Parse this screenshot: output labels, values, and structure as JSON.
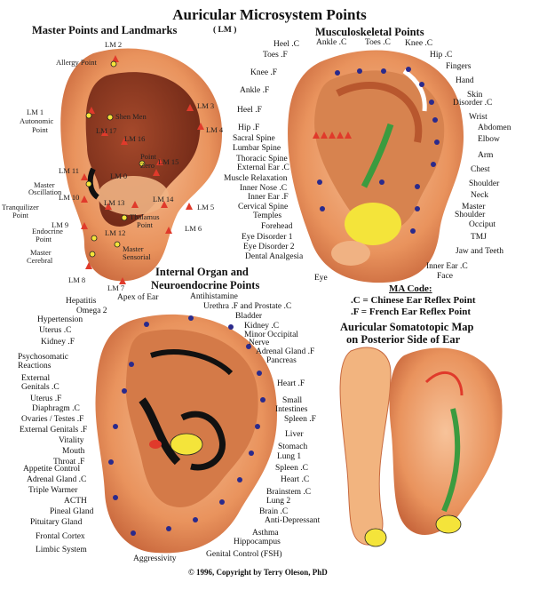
{
  "title": "Auricular Microsystem Points",
  "sections": {
    "master": "Master Points and Landmarks",
    "master_code": "( LM )",
    "musculo": "Musculoskeletal Points",
    "internal_1": "Internal Organ and",
    "internal_2": "Neuroendocrine Points",
    "ma_code": "MA Code:",
    "ma_c": ".C = Chinese Ear Reflex Point",
    "ma_f": ".F = French Ear Reflex Point",
    "posterior_1": "Auricular Somatotopic Map",
    "posterior_2": "on Posterior Side of Ear"
  },
  "master_labels": [
    "LM 2",
    "Allergy Point",
    "LM 1",
    "Autonomic",
    "Point",
    "Shen Men",
    "LM 3",
    "LM 4",
    "LM 17",
    "LM 16",
    "Point",
    "Zero",
    "LM 15",
    "LM 11",
    "LM 0",
    "Master",
    "Oscillation",
    "LM 10",
    "LM 13",
    "LM 14",
    "Tranquilizer",
    "Point",
    "LM 9",
    "Endocrine",
    "Point",
    "LM 12",
    "Thalamus",
    "Point",
    "LM 5",
    "LM 6",
    "Master",
    "Cerebral",
    "Master",
    "Sensorial",
    "LM 8",
    "LM 7"
  ],
  "musculo_labels": [
    "Heel .C",
    "Ankle .C",
    "Toes .C",
    "Knee .C",
    "Toes .F",
    "Hip .C",
    "Fingers",
    "Knee .F",
    "Hand",
    "Ankle .F",
    "Skin",
    "Disorder .C",
    "Heel .F",
    "Wrist",
    "Hip .F",
    "Abdomen",
    "Sacral Spine",
    "Elbow",
    "Lumbar Spine",
    "Arm",
    "Thoracic Spine",
    "External Ear .C",
    "Chest",
    "Muscle Relaxation",
    "Shoulder",
    "Inner Nose .C",
    "Neck",
    "Inner Ear .F",
    "Master",
    "Shoulder",
    "Cervical Spine",
    "Occiput",
    "Temples",
    "TMJ",
    "Forehead",
    "Jaw and Teeth",
    "Eye Disorder 1",
    "Eye Disorder 2",
    "Inner Ear .C",
    "Dental Analgesia",
    "Face",
    "Eye"
  ],
  "internal_labels": [
    "Apex of Ear",
    "Antihistamine",
    "Hepatitis",
    "Urethra .F and Prostate .C",
    "Omega 2",
    "Bladder",
    "Hypertension",
    "Kidney .C",
    "Uterus .C",
    "Minor Occipital",
    "Nerve",
    "Kidney .F",
    "Adrenal Gland .F",
    "Psychosomatic",
    "Pancreas",
    "Reactions",
    "External",
    "Genitals .C",
    "Heart .F",
    "Uterus .F",
    "Small",
    "Diaphragm .C",
    "Intestines",
    "Ovaries / Testes .F",
    "Spleen .F",
    "External Genitals .F",
    "Liver",
    "Vitality",
    "Stomach",
    "Mouth",
    "Throat .F",
    "Lung 1",
    "Appetite Control",
    "Spleen .C",
    "Adrenal Gland .C",
    "Heart .C",
    "Triple Warmer",
    "Brainstem .C",
    "ACTH",
    "Lung 2",
    "Pineal Gland",
    "Brain .C",
    "Anti-Depressant",
    "Pituitary Gland",
    "Asthma",
    "Frontal Cortex",
    "Hippocampus",
    "Limbic System",
    "Genital Control (FSH)",
    "Aggressivity"
  ],
  "copyright": "©  1996, Copyright by Terry Oleson, PhD",
  "colors": {
    "skin": "#f2a874",
    "skin_dark": "#c7693f",
    "inner": "#8a3a22",
    "marker": "#d8342b",
    "point_yellow": "#f4e43a",
    "spine": "#3b9b3f",
    "dot": "#2a2a8c"
  }
}
